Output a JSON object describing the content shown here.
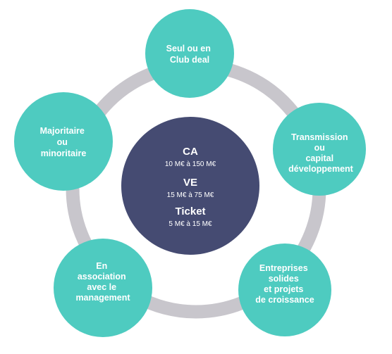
{
  "colors": {
    "ring": "#c8c6cc",
    "satellite": "#4ecbc0",
    "center": "#454b72",
    "text": "#ffffff"
  },
  "center": {
    "metrics": [
      {
        "label": "CA",
        "range": "10 M€ à 150 M€"
      },
      {
        "label": "VE",
        "range": "15 M€ à 75 M€"
      },
      {
        "label": "Ticket",
        "range": "5 M€ à 15 M€"
      }
    ]
  },
  "satellites": [
    {
      "id": "club-deal",
      "lines": [
        "Seul ou en",
        "Club deal"
      ]
    },
    {
      "id": "transmission",
      "lines": [
        "Transmission",
        "ou",
        "capital",
        "développement"
      ]
    },
    {
      "id": "entreprises",
      "lines": [
        "Entreprises",
        "solides",
        "et projets",
        "de croissance"
      ]
    },
    {
      "id": "association",
      "lines": [
        "En",
        "association",
        "avec le",
        "management"
      ]
    },
    {
      "id": "majoritaire",
      "lines": [
        "Majoritaire",
        "ou",
        "minoritaire"
      ]
    }
  ]
}
